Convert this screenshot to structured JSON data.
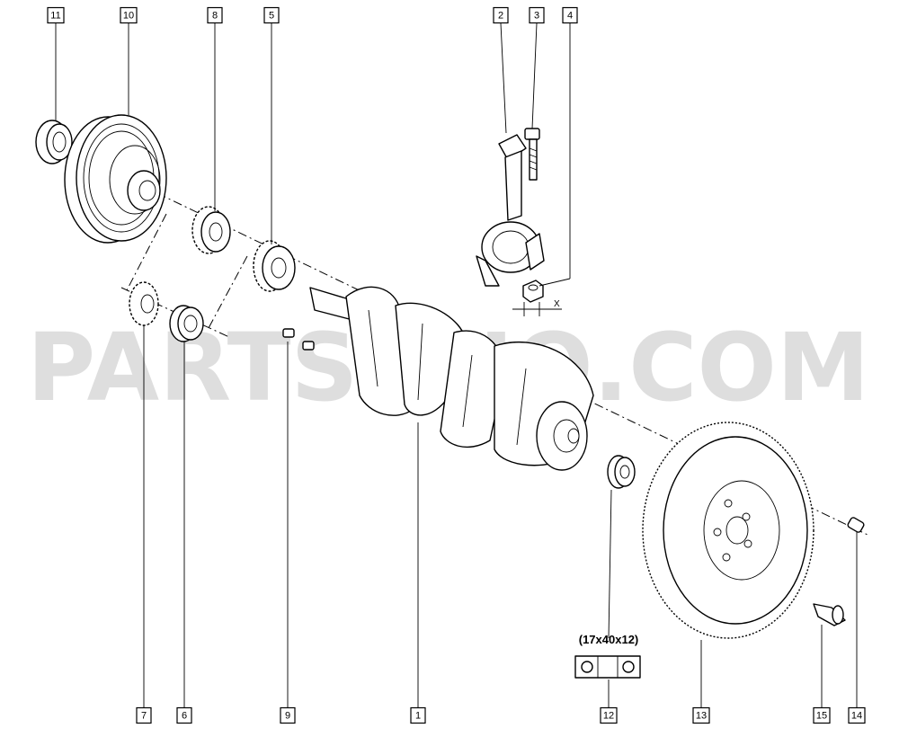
{
  "watermark": "PARTSOUQ.COM",
  "bearing_size_label": "(17x40x12)",
  "dimension_label": "X",
  "callouts": [
    {
      "id": "11",
      "name": "callout-11"
    },
    {
      "id": "10",
      "name": "callout-10"
    },
    {
      "id": "8",
      "name": "callout-8"
    },
    {
      "id": "5",
      "name": "callout-5"
    },
    {
      "id": "2",
      "name": "callout-2"
    },
    {
      "id": "3",
      "name": "callout-3"
    },
    {
      "id": "4",
      "name": "callout-4"
    },
    {
      "id": "7",
      "name": "callout-7"
    },
    {
      "id": "6",
      "name": "callout-6"
    },
    {
      "id": "9",
      "name": "callout-9"
    },
    {
      "id": "1",
      "name": "callout-1"
    },
    {
      "id": "12",
      "name": "callout-12"
    },
    {
      "id": "13",
      "name": "callout-13"
    },
    {
      "id": "15",
      "name": "callout-15"
    },
    {
      "id": "14",
      "name": "callout-14"
    }
  ]
}
